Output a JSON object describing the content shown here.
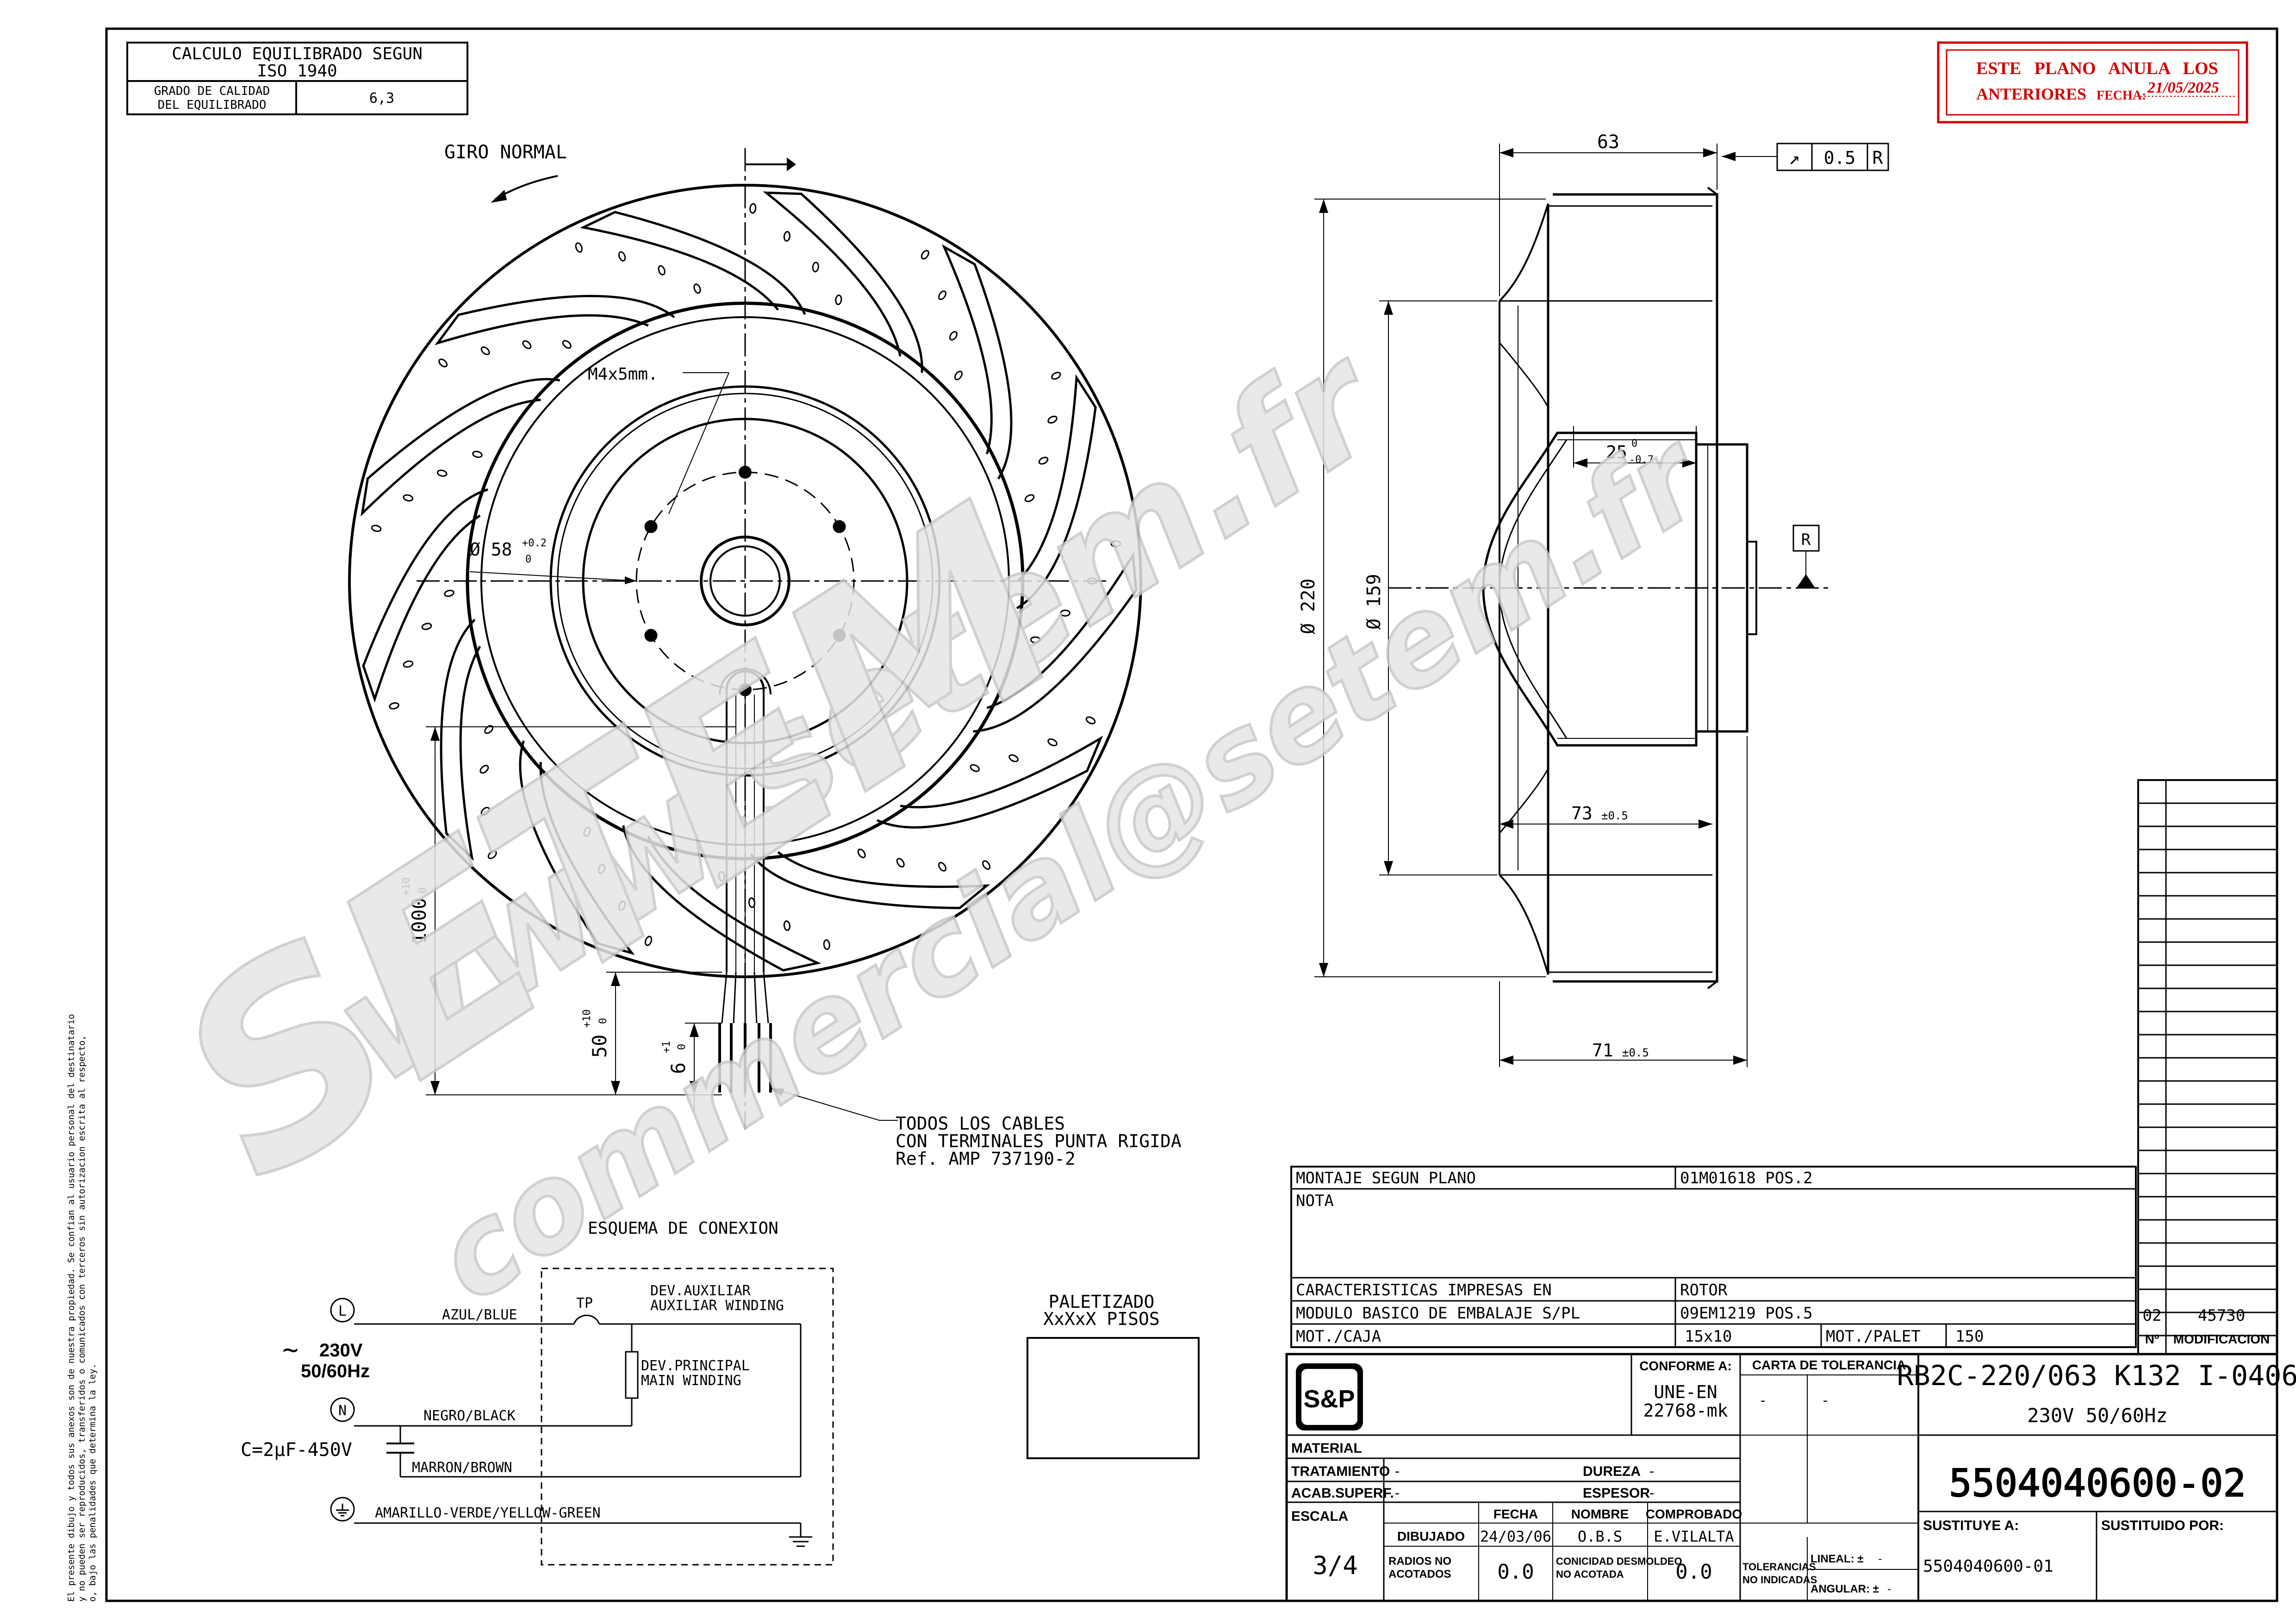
{
  "balance_box": {
    "title_line1": "CALCULO EQUILIBRADO SEGUN",
    "title_line2": "ISO 1940",
    "label_line1": "GRADO DE CALIDAD",
    "label_line2": "DEL EQUILIBRADO",
    "value": "6,3"
  },
  "stamp": {
    "line1": "ESTE   PLANO   ANULA   LOS",
    "line2": "ANTERIORES",
    "fecha_label": "FECHA:",
    "fecha_value": "21/05/2025",
    "color": "#d00000"
  },
  "front_view": {
    "rotation_label": "GIRO NORMAL",
    "screw_label": "M4x5mm.",
    "dia58_label": "Ø 58",
    "dia58_tol_top": "+0.2",
    "dia58_tol_bottom": "0",
    "cable_1000": "1000",
    "cable_1000_tol_top": "+10",
    "cable_1000_tol_bottom": "0",
    "cable_50": "50",
    "cable_50_tol_top": "+10",
    "cable_50_tol_bottom": "0",
    "cable_6": "6",
    "cable_6_tol_top": "+1",
    "cable_6_tol_bottom": "0",
    "cables_line1": "TODOS LOS CABLES",
    "cables_line2": "CON TERMINALES PUNTA RIGIDA",
    "cables_line3": "Ref. AMP 737190-2"
  },
  "side_view": {
    "dim_63": "63",
    "tolerance_symbol": "↗",
    "tolerance_value": "0.5",
    "tolerance_ref": "R",
    "dim_25": "25",
    "dim_25_tol_top": "0",
    "dim_25_tol_bottom": "-0.7",
    "datum_label": "R",
    "dia220": "Ø 220",
    "dia159": "Ø 159",
    "dim_73": "73",
    "dim_73_tol": "±0.5",
    "dim_71": "71",
    "dim_71_tol": "±0.5"
  },
  "wiring": {
    "title": "ESQUEMA DE CONEXION",
    "terminal_l": "L",
    "terminal_n": "N",
    "voltage": "230V",
    "frequency": "50/60Hz",
    "ac_symbol": "~",
    "capacitor": "C=2µF-450V",
    "wire_blue": "AZUL/BLUE",
    "wire_black": "NEGRO/BLACK",
    "wire_brown": "MARRON/BROWN",
    "wire_ground": "AMARILLO-VERDE/YELLOW-GREEN",
    "tp": "TP",
    "aux_line1": "DEV.AUXILIAR",
    "aux_line2": "AUXILIAR WINDING",
    "main_line1": "DEV.PRINCIPAL",
    "main_line2": "MAIN WINDING"
  },
  "pallet": {
    "line1": "PALETIZADO",
    "line2": "XxXxX PISOS"
  },
  "info_table": {
    "montaje_label": "MONTAJE SEGUN PLANO",
    "montaje_value": "01M01618 POS.2",
    "nota_label": "NOTA",
    "caract_label": "CARACTERISTICAS IMPRESAS EN",
    "caract_value": "ROTOR",
    "modulo_label": "MODULO BASICO DE EMBALAJE S/PL",
    "modulo_value": "09EM1219 POS.5",
    "mot_caja_label": "MOT./CAJA",
    "mot_caja_value": "15x10",
    "mot_palet_label": "MOT./PALET",
    "mot_palet_value": "150"
  },
  "revisions": {
    "rev_number": "02",
    "rev_value": "45730",
    "header_n": "Nº",
    "header_mod": "MODIFICACION"
  },
  "title_block": {
    "logo": "S&P",
    "conforme_label": "CONFORME A:",
    "conforme_line1": "UNE-EN",
    "conforme_line2": "22768-mk",
    "carta_label": "CARTA DE TOLERANCIA",
    "carta_dash1": "-",
    "carta_dash2": "-",
    "model": "RB2C-220/063 K132 I-0406",
    "voltage": "230V 50/60Hz",
    "material_label": "MATERIAL",
    "tratamiento_label": "TRATAMIENTO",
    "tratamiento_value": "-",
    "dureza_label": "DUREZA",
    "dureza_value": "-",
    "acab_label": "ACAB.SUPERF.",
    "acab_value": "-",
    "espesor_label": "ESPESOR",
    "espesor_value": "-",
    "part_number": "5504040600-02",
    "escala_label": "ESCALA",
    "escala_value": "3/4",
    "fecha_label": "FECHA",
    "nombre_label": "NOMBRE",
    "comprobado_label": "COMPROBADO",
    "dibujado_label": "DIBUJADO",
    "dibujado_fecha": "24/03/06",
    "dibujado_nombre": "O.B.S",
    "dibujado_comprobado": "E.VILALTA",
    "radios_line1": "RADIOS NO",
    "radios_line2": "ACOTADOS",
    "radios_value": "0.0",
    "conicidad_line1": "CONICIDAD DESMOLDEO",
    "conicidad_line2": "NO ACOTADA",
    "conicidad_value": "0.0",
    "tol_line1": "TOLERANCIAS",
    "tol_line2": "NO INDICADAS",
    "lineal_label": "LINEAL: ±",
    "lineal_value": "-",
    "angular_label": "ANGULAR: ±",
    "angular_value": "-",
    "sustituye_label": "SUSTITUYE A:",
    "sustituye_value": "5504040600-01",
    "sustituido_label": "SUSTITUIDO POR:"
  },
  "copyright": {
    "line1": "El presente dibujo y todos sus anexos son de nuestra propiedad. Se confian al usuario personal del destinatario",
    "line2": "y no pueden ser reproducidos, transferidos o comunicados con terceros sin autorizacion escrita al respecto,",
    "line3": "o, bajo las penalidades que determina la ley."
  },
  "watermark": {
    "url": "www.setem.fr",
    "brand": "SETEM",
    "email": "commercial@setem.fr"
  }
}
